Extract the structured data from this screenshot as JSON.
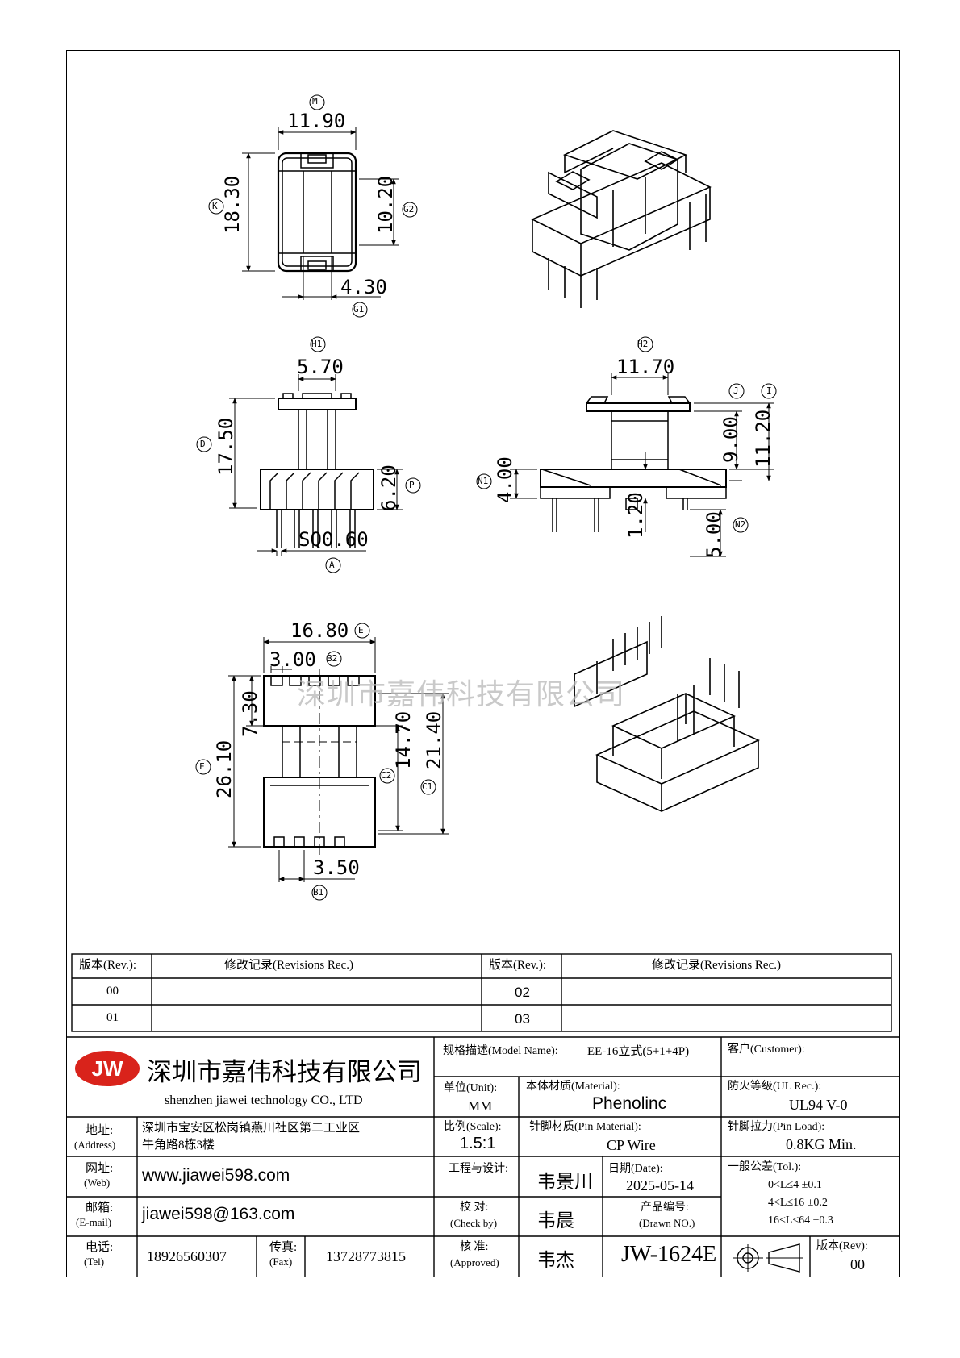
{
  "company": {
    "name_cn": "深圳市嘉伟科技有限公司",
    "name_en": "shenzhen  jiawei  technology  CO., LTD",
    "logo_text": "JW",
    "address_label": "地址:",
    "address_label_en": "(Address)",
    "address_line1": "深圳市宝安区松岗镇燕川社区第二工业区",
    "address_line2": "牛角路8栋3楼",
    "web_label": "网址:",
    "web_label_en": "(Web)",
    "web": "www.jiawei598.com",
    "email_label": "邮箱:",
    "email_label_en": "(E-mail)",
    "email": "jiawei598@163.com",
    "tel_label": "电话:",
    "tel_label_en": "(Tel)",
    "tel": "18926560307",
    "fax_label": "传真:",
    "fax_label_en": "(Fax)",
    "fax": "13728773815"
  },
  "watermark": "深圳市嘉伟科技有限公司",
  "revisions": {
    "col_rev": "版本(Rev.):",
    "col_rec": "修改记录(Revisions Rec.)",
    "rows_left": [
      "00",
      "01"
    ],
    "rows_right": [
      "02",
      "03"
    ]
  },
  "title_block": {
    "model_label": "规格描述(Model Name):",
    "model": "EE-16立式(5+1+4P)",
    "customer_label": "客户(Customer):",
    "unit_label": "单位(Unit):",
    "unit": "MM",
    "material_label": "本体材质(Material):",
    "material": "Phenolinc",
    "ul_label": "防火等级(UL Rec.):",
    "ul": "UL94 V-0",
    "scale_label": "比例(Scale):",
    "scale": "1.5:1",
    "pin_material_label": "针脚材质(Pin Material):",
    "pin_material": "CP Wire",
    "pin_load_label": "针脚拉力(Pin Load):",
    "pin_load": "0.8KG Min.",
    "design_label": "工程与设计:",
    "designer": "韦景川",
    "date_label": "日期(Date):",
    "date": "2025-05-14",
    "check_label": "校  对:",
    "check_label_en": "(Check by)",
    "checker": "韦晨",
    "drawn_label": "产品编号:",
    "drawn_label_en": "(Drawn NO.)",
    "approve_label": "核  准:",
    "approve_label_en": "(Approved)",
    "approver": "韦杰",
    "drawing_no": "JW-1624E",
    "tol_label": "一般公差(Tol.):",
    "tol": [
      "0<L≤4    ±0.1",
      "4<L≤16   ±0.2",
      "16<L≤64  ±0.3"
    ],
    "rev_label": "版本(Rev):",
    "rev": "00"
  },
  "dimensions": {
    "M": "11.90",
    "M_tag": "M",
    "K": "18.30",
    "K_tag": "K",
    "G2": "10.20",
    "G2_tag": "G2",
    "G1": "4.30",
    "G1_tag": "G1",
    "H1": "5.70",
    "H1_tag": "H1",
    "D": "17.50",
    "D_tag": "D",
    "P": "6.20",
    "P_tag": "P",
    "A": "SQ0.60",
    "A_tag": "A",
    "H2": "11.70",
    "H2_tag": "H2",
    "J": "9.00",
    "J_tag": "J",
    "I": "11.20",
    "I_tag": "I",
    "N1": "4.00",
    "N1_tag": "N1",
    "pin_gap": "1.20",
    "N2": "5.00",
    "N2_tag": "N2",
    "E": "16.80",
    "E_tag": "E",
    "B2": "3.00",
    "B2_tag": "B2",
    "top_h": "7.30",
    "C2": "14.70",
    "C2_tag": "C2",
    "C1": "21.40",
    "C1_tag": "C1",
    "F": "26.10",
    "F_tag": "F",
    "B1": "3.50",
    "B1_tag": "B1"
  },
  "colors": {
    "logo_red": "#d9231b",
    "line": "#000000",
    "watermark": "#b8b8b8"
  }
}
